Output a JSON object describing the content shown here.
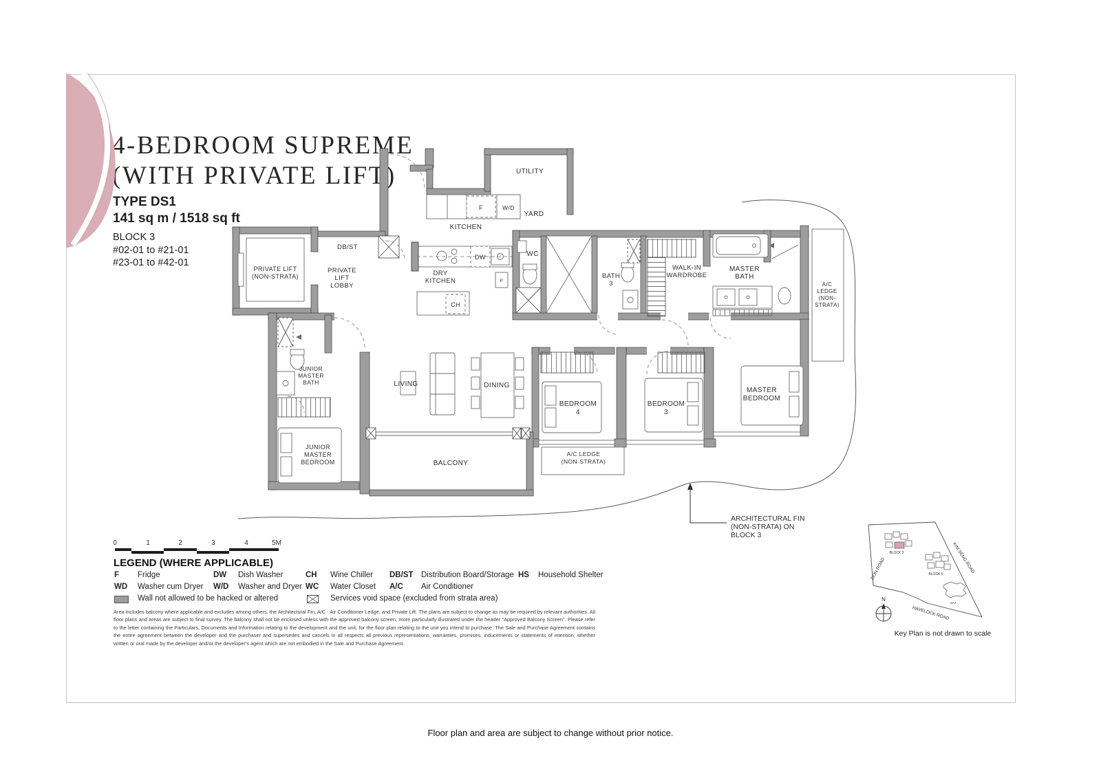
{
  "header": {
    "title_line1": "4-BEDROOM SUPREME",
    "title_line2": "(WITH PRIVATE LIFT)",
    "type_label": "TYPE DS1",
    "area_label": "141 sq m / 1518 sq ft",
    "block_label": "BLOCK 3",
    "units_line1": "#02-01 to #21-01",
    "units_line2": "#23-01 to #42-01"
  },
  "plan": {
    "labels": {
      "private_lift_1": "PRIVATE LIFT",
      "private_lift_2": "(NON-STRATA)",
      "db_st": "DB/ST",
      "lobby_1": "PRIVATE",
      "lobby_2": "LIFT",
      "lobby_3": "LOBBY",
      "utility": "UTILITY",
      "yard": "YARD",
      "kitchen": "KITCHEN",
      "f": "F",
      "wd2": "W/D",
      "dw": "DW",
      "wc": "WC",
      "ch": "CH",
      "p": "P",
      "dry_kitchen_1": "DRY",
      "dry_kitchen_2": "KITCHEN",
      "bath3_1": "BATH",
      "bath3_2": "3",
      "wiw_1": "WALK-IN",
      "wiw_2": "WARDROBE",
      "master_bath_1": "MASTER",
      "master_bath_2": "BATH",
      "ac_right_1": "A/C",
      "ac_right_2": "LEDGE",
      "ac_right_3": "(NON-",
      "ac_right_4": "STRATA)",
      "jm_bath_1": "JUNIOR",
      "jm_bath_2": "MASTER",
      "jm_bath_3": "BATH",
      "jm_bed_1": "JUNIOR",
      "jm_bed_2": "MASTER",
      "jm_bed_3": "BEDROOM",
      "living": "LIVING",
      "dining": "DINING",
      "balcony": "BALCONY",
      "bed4_1": "BEDROOM",
      "bed4_2": "4",
      "bed3_1": "BEDROOM",
      "bed3_2": "3",
      "master_bed_1": "MASTER",
      "master_bed_2": "BEDROOM",
      "ac_bottom_1": "A/C LEDGE",
      "ac_bottom_2": "(NON-STRATA)"
    }
  },
  "annotation": {
    "fin_line1": "ARCHITECTURAL FIN",
    "fin_line2": "(NON-STRATA) ON",
    "fin_line3": "BLOCK 3"
  },
  "scale_bar": {
    "ticks": [
      "0",
      "1",
      "2",
      "3",
      "4",
      "5M"
    ]
  },
  "legend": {
    "title": "LEGEND (WHERE APPLICABLE)",
    "f_abbr": "F",
    "f_label": "Fridge",
    "dw_abbr": "DW",
    "dw_label": "Dish Washer",
    "ch_abbr": "CH",
    "ch_label": "Wine Chiller",
    "dbst_abbr": "DB/ST",
    "dbst_label": "Distribution Board/Storage",
    "hs_abbr": "HS",
    "hs_label": "Household Shelter",
    "wd_abbr": "WD",
    "wd_label": "Washer cum Dryer",
    "wd2_abbr": "W/D",
    "wd2_label": "Washer and Dryer",
    "wc_abbr": "WC",
    "wc_label": "Water Closet",
    "ac_abbr": "A/C",
    "ac_label": "Air Conditioner",
    "wall_label": "Wall not allowed to be hacked or altered",
    "void_label": "Services void space (excluded from strata area)"
  },
  "disclaimer": "Area includes balcony where applicable and excludes among others, the Architectural Fin, A/C - Air Conditioner Ledge, and Private Lift. The plans are subject to change as may be required by relevant authorities. All floor plans and areas are subject to final survey. The balcony shall not be enclosed unless with the approved balcony screen, more particularly illustrated under the header \"Approved Balcony Screen\". Please refer to the letter containing the Particulars, Documents and Information relating to the development and the unit, for the floor plan relating to the unit you intend to purchase. The Sale and Purchase Agreement contains the entire agreement between the developer and the purchaser and supersedes and cancels in all respects all previous representations, warranties, promises, inducements or statements of intention, whether written or oral made by the developer and/or the developer's agent which are not embodied in the Sale and Purchase Agreement.",
  "key_plan": {
    "block3": "BLOCK 3",
    "block5": "BLOCK 5",
    "saj": "SAJ",
    "road_zion": "ZION ROAD",
    "road_kim_seng": "KIM SENG ROAD",
    "road_havelock": "HAVELOCK ROAD",
    "compass_n": "N",
    "caption": "Key Plan is not drawn to scale"
  },
  "footer": "Floor plan and area are subject to change without prior notice.",
  "colors": {
    "petal_pink": "#d9aeb6",
    "wall_gray": "#9d9d9d",
    "highlight_pink": "#d9a3ac"
  }
}
